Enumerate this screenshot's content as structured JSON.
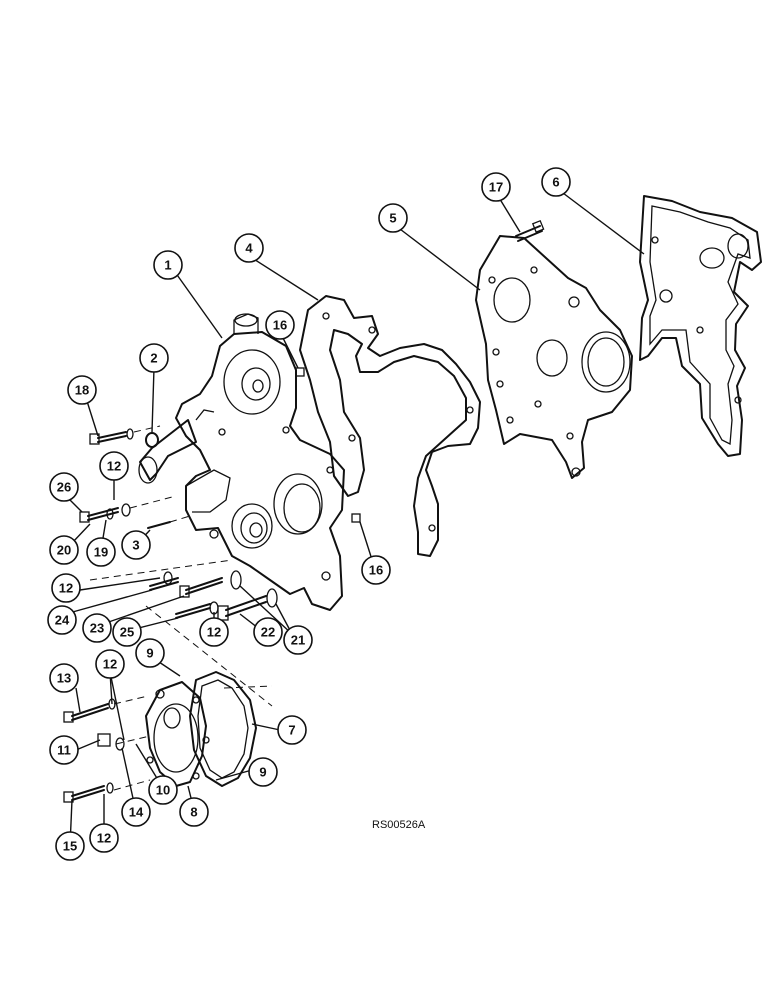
{
  "reference_code": "RS00526A",
  "callouts": [
    "1",
    "2",
    "3",
    "4",
    "5",
    "6",
    "7",
    "8",
    "9",
    "9",
    "10",
    "11",
    "12",
    "12",
    "12",
    "12",
    "12",
    "12",
    "12",
    "13",
    "14",
    "15",
    "16",
    "16",
    "17",
    "18",
    "19",
    "20",
    "21",
    "22",
    "23",
    "24",
    "25",
    "26"
  ]
}
